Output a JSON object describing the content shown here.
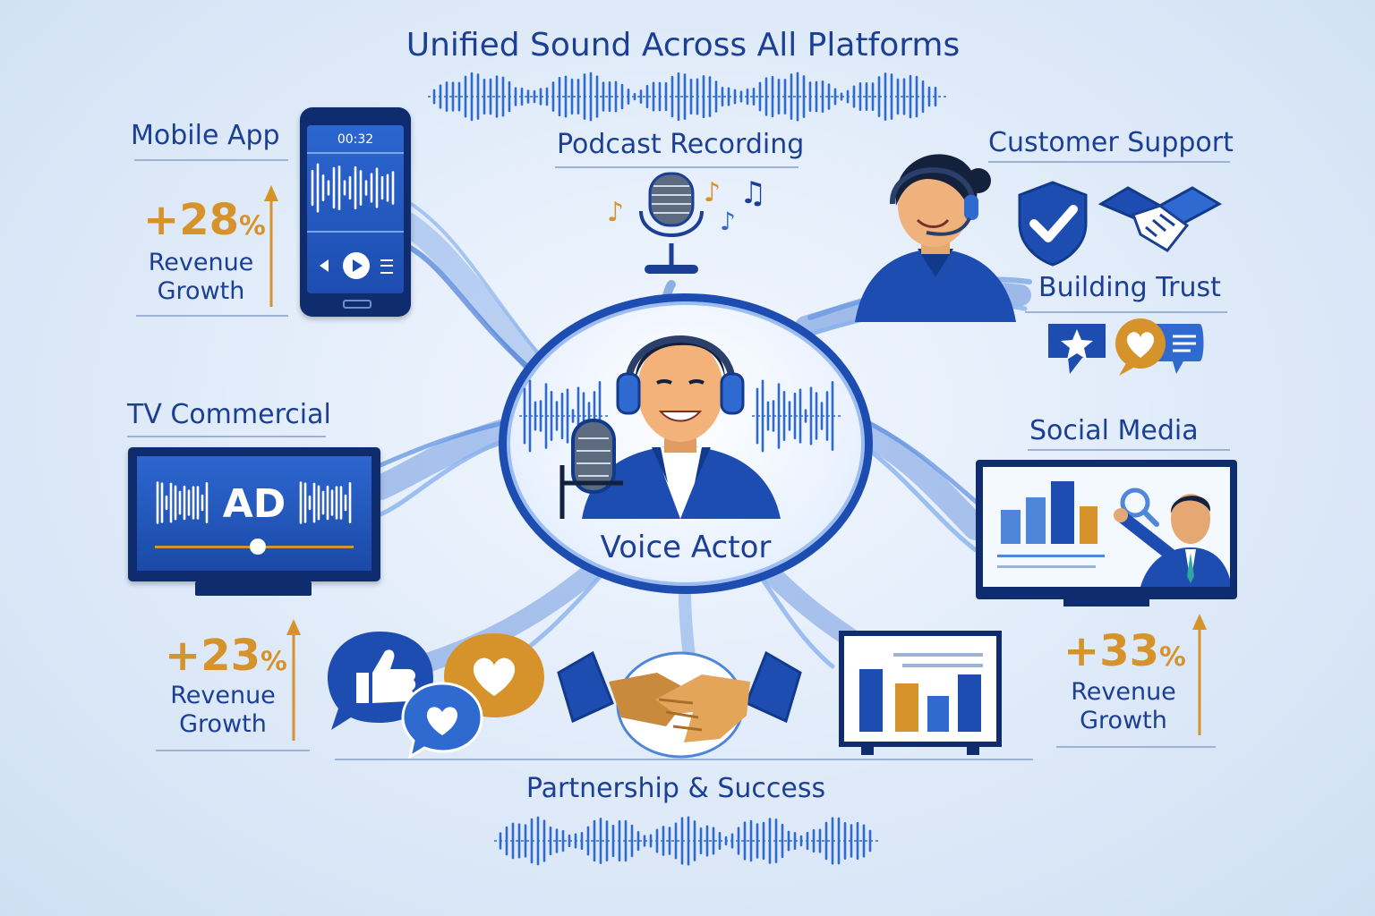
{
  "title": "Unified Sound Across All Platforms",
  "center": {
    "label": "Voice Actor"
  },
  "nodes": {
    "mobile_app": {
      "label": "Mobile App",
      "time": "00:32"
    },
    "podcast": {
      "label": "Podcast Recording"
    },
    "support": {
      "label": "Customer Support"
    },
    "trust": {
      "label": "Building Trust"
    },
    "tv": {
      "label": "TV Commercial",
      "screen_text": "AD"
    },
    "social": {
      "label": "Social Media"
    },
    "partnership": {
      "label": "Partnership & Success"
    }
  },
  "stats": [
    {
      "value": "+28",
      "unit": "%",
      "caption_1": "Revenue",
      "caption_2": "Growth"
    },
    {
      "value": "+23",
      "unit": "%",
      "caption_1": "Revenue",
      "caption_2": "Growth"
    },
    {
      "value": "+33",
      "unit": "%",
      "caption_1": "Revenue",
      "caption_2": "Growth"
    }
  ],
  "colors": {
    "primary": "#1b3f95",
    "accent": "#d6932b",
    "light_blue": "#4f86d9",
    "background": "#dde9f8"
  },
  "icons": [
    "waveform-icon",
    "microphone-icon",
    "music-notes-icon",
    "headset-icon",
    "shield-check-icon",
    "handshake-icon",
    "star-bubble-icon",
    "heart-bubble-icon",
    "thumbs-up-icon",
    "bar-chart-icon",
    "play-icon",
    "arrow-up-icon"
  ]
}
